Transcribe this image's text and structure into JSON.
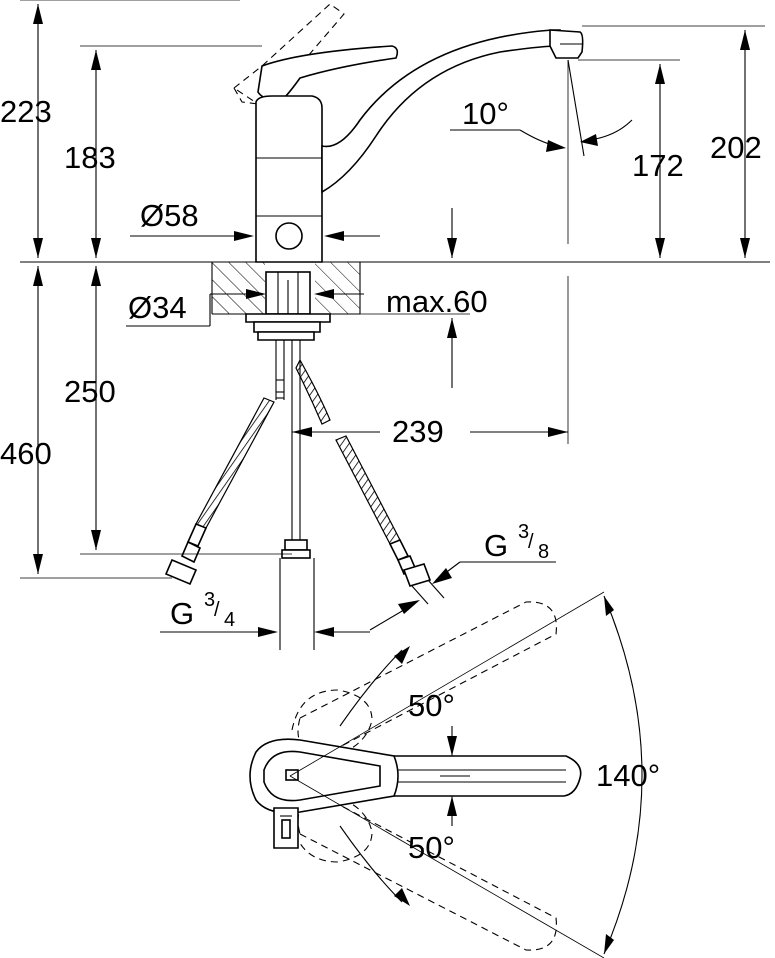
{
  "dimensions": {
    "overall_height": "223",
    "handle_height": "183",
    "body_diameter": "Ø58",
    "hole_diameter": "Ø34",
    "max_counter_thickness": "max.60",
    "spout_tilt_angle": "10°",
    "spout_outlet_height": "172",
    "spout_top_height": "202",
    "spout_reach": "239",
    "under_counter_length": "250",
    "hose_length": "460"
  },
  "connections": {
    "supply_main": "G",
    "supply_main_num": "3",
    "supply_main_den": "4",
    "hose_thread": "G",
    "hose_thread_num": "3",
    "hose_thread_den": "8"
  },
  "plan_view": {
    "swivel_left": "50°",
    "swivel_right": "50°",
    "swivel_total": "140°"
  }
}
